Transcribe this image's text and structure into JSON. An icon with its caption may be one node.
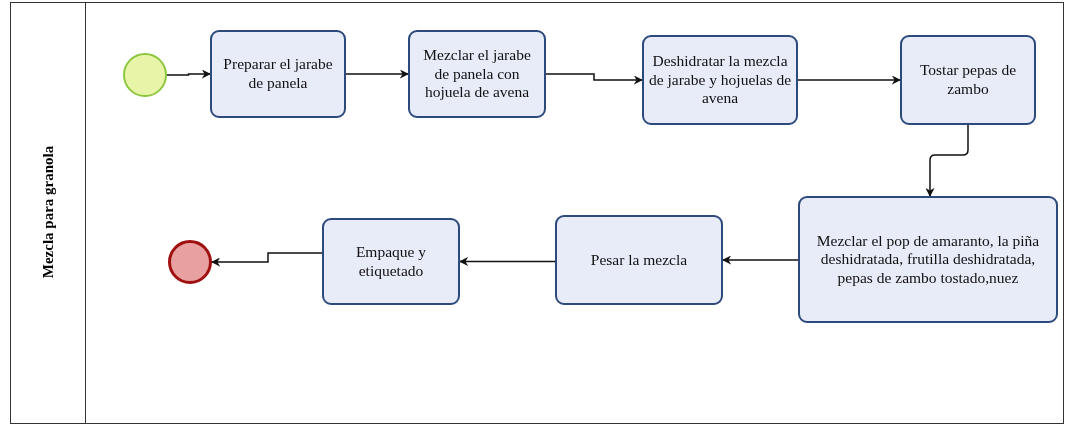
{
  "diagram": {
    "title": "Mezcla para granola",
    "nodes": [
      {
        "text": [],
        "shape": "circle"
      },
      {
        "text": [
          "Preparar el jarabe de panela"
        ]
      },
      {
        "text": [
          "Mezclar el jarabe de panela con hojuela de avena"
        ]
      },
      {
        "text": [
          "Deshidratar la mezcla de jarabe y hojuelas de avena"
        ]
      },
      {
        "text": [
          "Tostar pepas de zambo"
        ]
      },
      {
        "text": [
          "Mezclar el pop de amaranto, la piña deshidratada, frutilla deshidratada, pepas de zambo tostado,nuez"
        ]
      },
      {
        "text": [
          "Pesar la mezcla"
        ]
      },
      {
        "text": [
          "Empaque y etiquetado"
        ]
      },
      {
        "text": [],
        "shape": "circle"
      }
    ],
    "edges": [
      {
        "from": 0,
        "to": 1,
        "arrow": "to"
      },
      {
        "from": 1,
        "to": 2,
        "arrow": "to"
      },
      {
        "from": 2,
        "to": 3,
        "arrow": "to"
      },
      {
        "from": 3,
        "to": 4,
        "arrow": "to"
      },
      {
        "from": 4,
        "to": 5,
        "arrow": "to"
      },
      {
        "from": 5,
        "to": 6,
        "arrow": "to"
      },
      {
        "from": 6,
        "to": 7,
        "arrow": "to"
      },
      {
        "from": 7,
        "to": 8,
        "arrow": "to"
      }
    ]
  }
}
